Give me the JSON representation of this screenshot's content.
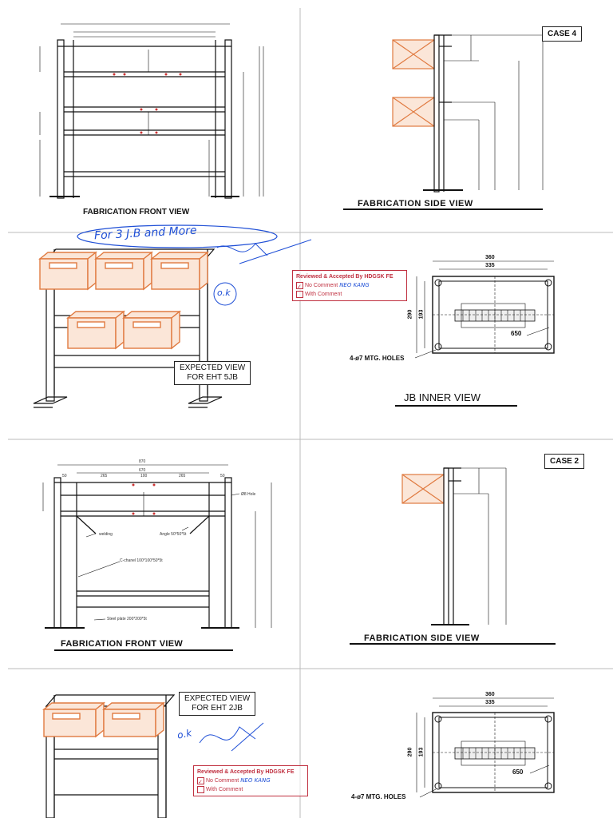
{
  "panels": {
    "p1": {
      "title": "FABRICATION FRONT VIEW"
    },
    "p2": {
      "title": "FABRICATION SIDE VIEW",
      "case": "CASE 4"
    },
    "p3": {
      "expected": [
        "EXPECTED VIEW",
        "FOR EHT 5JB"
      ],
      "handwriting": "For 3 J.B and More",
      "ok": "o.k"
    },
    "p4": {
      "title": "JB INNER VIEW",
      "dim_outer": "360",
      "dim_inner": "335",
      "dim_h1": "290",
      "dim_h2": "193",
      "dim_650": "650",
      "holes": "4-ø7 MTG. HOLES"
    },
    "p5": {
      "title": "FABRICATION FRONT VIEW",
      "dims": {
        "outer": "870",
        "inner": "670",
        "a": "50",
        "b": "265",
        "c": "100",
        "d": "265",
        "e": "50"
      },
      "notes": {
        "hole": "Ø8 Hole",
        "welding": "welding",
        "angle": "Angle 50*50*5t",
        "channel": "C-chanel 100*100*50*5t",
        "plate": "Steel plate 200*200*5t"
      }
    },
    "p6": {
      "title": "FABRICATION SIDE VIEW",
      "case": "CASE 2"
    },
    "p7": {
      "expected": [
        "EXPECTED VIEW",
        "FOR EHT 2JB"
      ],
      "ok": "o.k"
    },
    "p8": {
      "dim_outer": "360",
      "dim_inner": "335",
      "dim_h1": "290",
      "dim_h2": "193",
      "dim_650": "650",
      "holes": "4-ø7 MTG. HOLES"
    }
  },
  "stamp": {
    "title": "Reviewed & Accepted By HDGSK FE",
    "no_comment": "No Comment",
    "with_comment": "With Comment",
    "signature": "NEO KANG"
  },
  "colors": {
    "jb_box": "#e07a40",
    "jb_fill": "#fbe6d8",
    "stamp": "#c03040",
    "pen": "#1f4fd6"
  }
}
